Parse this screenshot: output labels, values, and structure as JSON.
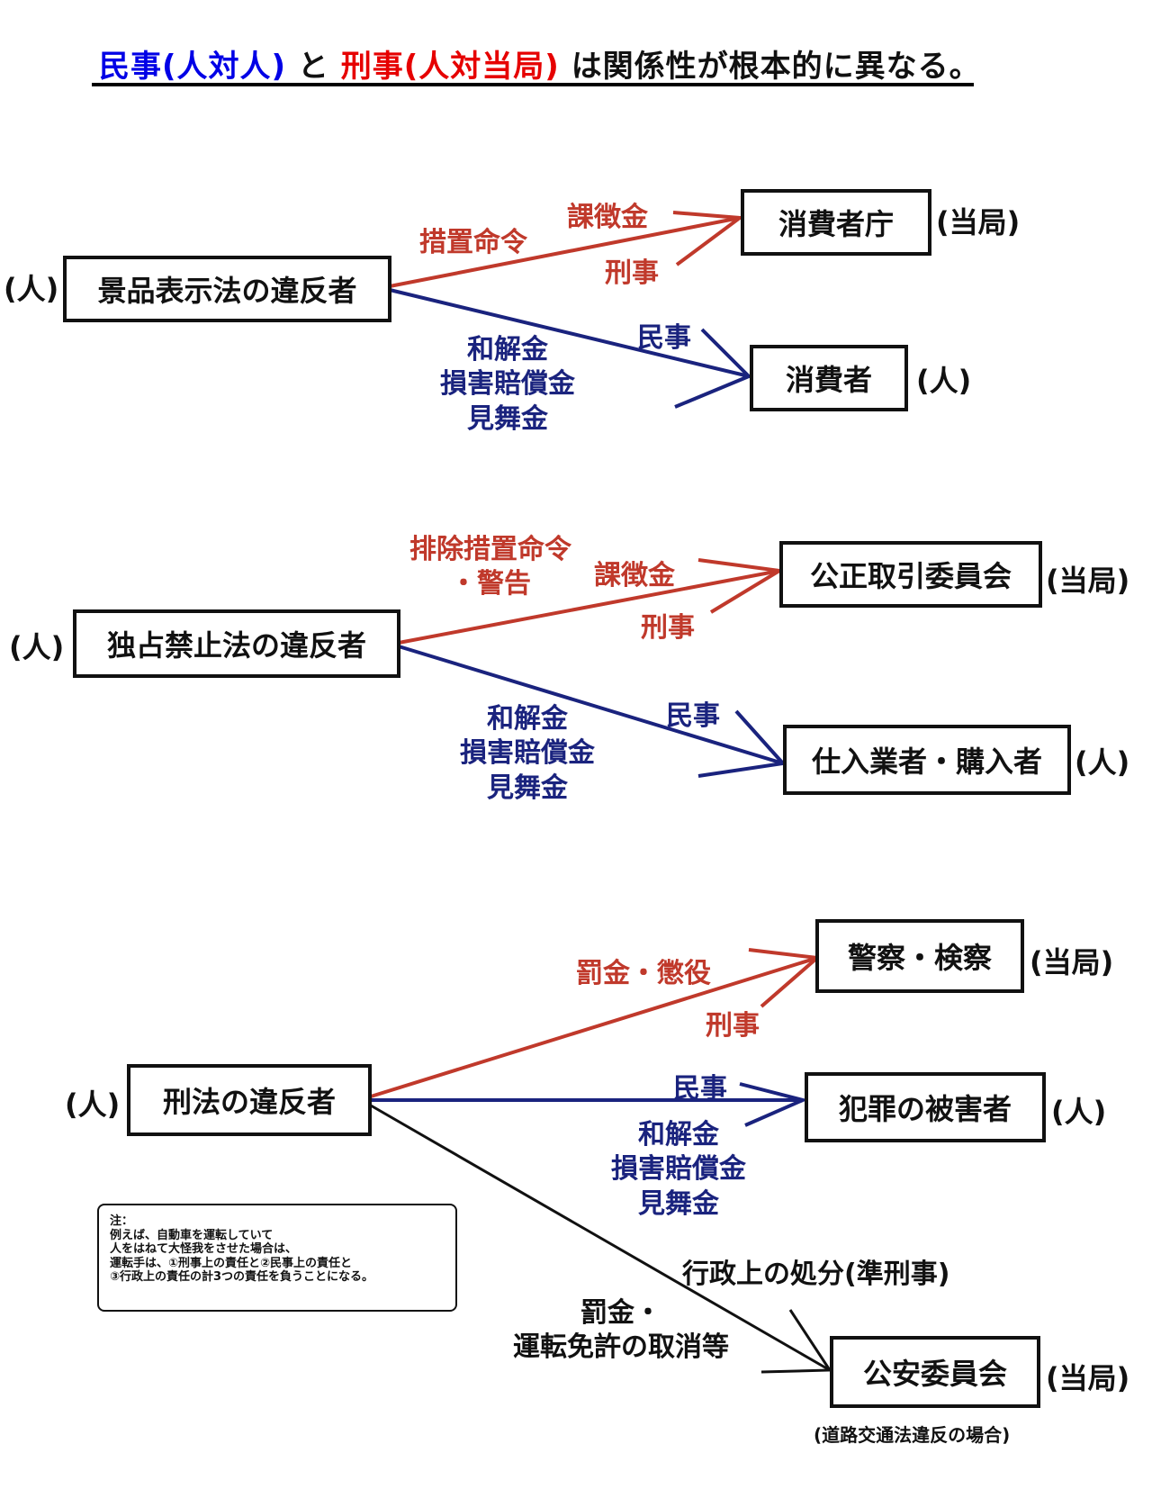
{
  "title": {
    "civil": "民事(人対人)",
    "to": "と",
    "criminal": "刑事(人対当局)",
    "rest": "は関係性が根本的に異なる。"
  },
  "section1": {
    "person_tag": "(人)",
    "violator": "景品表示法の違反者",
    "authority": "消費者庁",
    "authority_tag": "(当局)",
    "victim": "消費者",
    "victim_tag": "(人)",
    "measure": "措置命令",
    "surcharge": "課徴金",
    "criminal": "刑事",
    "civil": "民事",
    "civil_items": [
      "和解金",
      "損害賠償金",
      "見舞金"
    ]
  },
  "section2": {
    "person_tag": "(人)",
    "violator": "独占禁止法の違反者",
    "authority": "公正取引委員会",
    "authority_tag": "(当局)",
    "victim": "仕入業者・購入者",
    "victim_tag": "(人)",
    "measure_lines": [
      "排除措置命令",
      "・警告"
    ],
    "surcharge": "課徴金",
    "criminal": "刑事",
    "civil": "民事",
    "civil_items": [
      "和解金",
      "損害賠償金",
      "見舞金"
    ]
  },
  "section3": {
    "person_tag": "(人)",
    "violator": "刑法の違反者",
    "authority": "警察・検察",
    "authority_tag": "(当局)",
    "fine": "罰金・懲役",
    "criminal": "刑事",
    "civil": "民事",
    "victim": "犯罪の被害者",
    "victim_tag": "(人)",
    "civil_items": [
      "和解金",
      "損害賠償金",
      "見舞金"
    ],
    "admin": "行政上の処分(準刑事)",
    "admin_items": [
      "罰金・",
      "運転免許の取消等"
    ],
    "commission": "公安委員会",
    "commission_tag": "(当局)",
    "commission_note": "(道路交通法違反の場合)",
    "note_lines": [
      "注：",
      "例えば、自動車を運転していて",
      "人をはねて大怪我をさせた場合は、",
      "運転手は、①刑事上の責任と②民事上の責任と",
      "③行政上の責任の計3つの責任を負うことになる。"
    ]
  },
  "colors": {
    "red": "#c0392b",
    "navy": "#1a237e",
    "black": "#111111"
  }
}
